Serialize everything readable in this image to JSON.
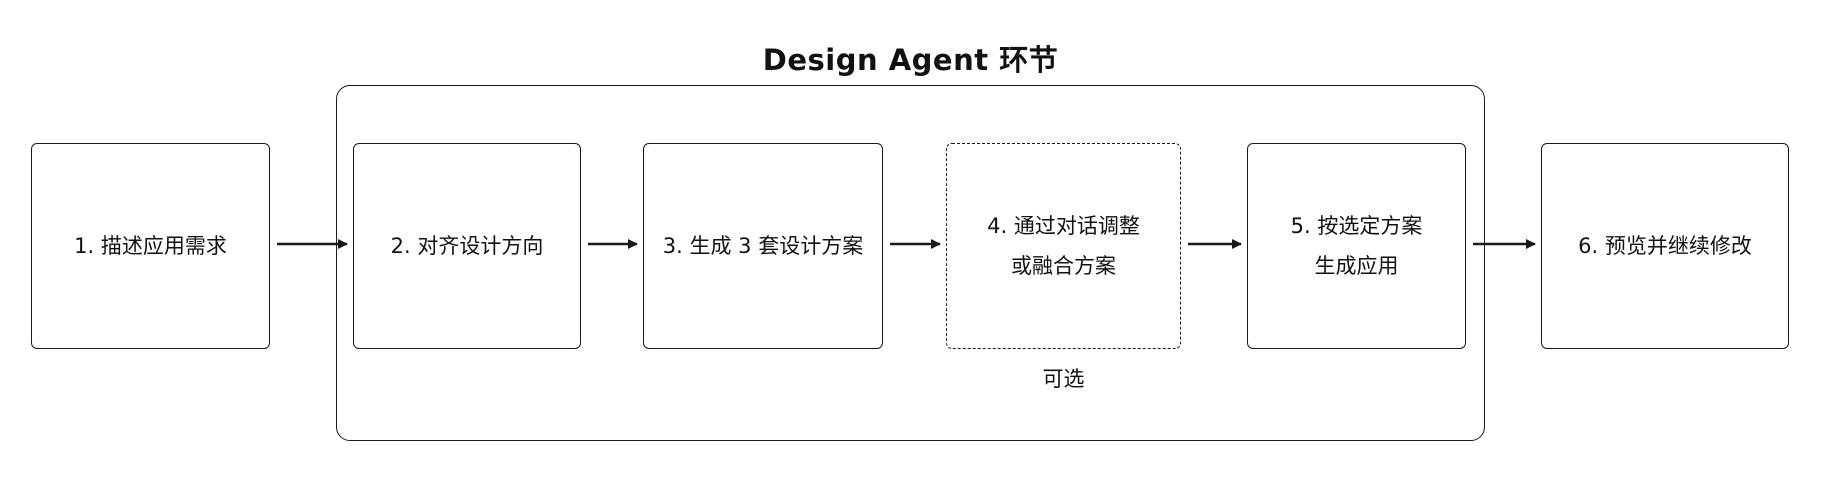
{
  "diagram": {
    "group_title": "Design Agent 环节",
    "optional_label": "可选",
    "steps": [
      {
        "id": "1",
        "lines": [
          "1. 描述应用需求"
        ],
        "dashed": false
      },
      {
        "id": "2",
        "lines": [
          "2. 对齐设计方向"
        ],
        "dashed": false
      },
      {
        "id": "3",
        "lines": [
          "3. 生成 3 套设计方案"
        ],
        "dashed": false
      },
      {
        "id": "4",
        "lines": [
          "4. 通过对话调整",
          "或融合方案"
        ],
        "dashed": true
      },
      {
        "id": "5",
        "lines": [
          "5. 按选定方案",
          "生成应用"
        ],
        "dashed": false
      },
      {
        "id": "6",
        "lines": [
          "6. 预览并继续修改"
        ],
        "dashed": false
      }
    ],
    "colors": {
      "line": "#1a1a1a",
      "background": "#ffffff"
    }
  }
}
